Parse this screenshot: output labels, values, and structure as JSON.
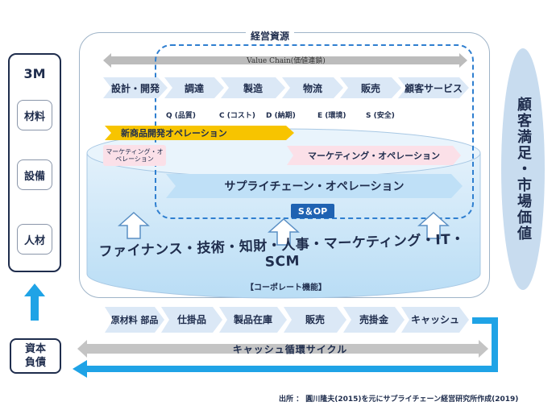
{
  "left_panel": {
    "title": "3M",
    "items": [
      "材料",
      "設備",
      "人材"
    ]
  },
  "capital_box": {
    "line1": "資本",
    "line2": "負債"
  },
  "main": {
    "title": "経営資源",
    "value_chain_label": "Value Chain(価値連鎖)",
    "processes": [
      "設計・開発",
      "調達",
      "製造",
      "物流",
      "販売",
      "顧客サービス"
    ],
    "qcdes": [
      "Q (品質)",
      "C (コスト)",
      "D (納期)",
      "E (環境)",
      "S (安全)"
    ],
    "new_product_op": "新商品開発オペレーション",
    "marketing_small": "マーケティング・オペレーション",
    "marketing_op": "マーケティング・オペレーション",
    "supply_chain_op": "サプライチェーン・オペレーション",
    "snop": "S＆OP",
    "functions": "ファイナンス・技術・知財・人事・マーケティング・IT・SCM",
    "corporate": "【コーポレート機能】"
  },
  "customer": {
    "label": "顧客満足・市場価値"
  },
  "bottom_chain": [
    "原材料 部品",
    "仕掛品",
    "製品在庫",
    "販売",
    "売掛金",
    "キャッシュ"
  ],
  "cash_cycle_label": "キャッシュ循環サイクル",
  "source": "出所 ： 圓川隆夫(2015)を元にサプライチェーン経営研究所作成(2019)",
  "colors": {
    "navy": "#1f2d4d",
    "blue_arrow": "#1fa3e6",
    "dashed_blue": "#2f7fd0",
    "new_product_yellow": "#f7c400",
    "marketing_pink": "#fbe0e8",
    "sc_blue": "#bfe0f7",
    "snop_blue": "#1f62b2",
    "chevron_blue": "#dbe8f6",
    "customer_ellipse": "#c8dcef"
  }
}
